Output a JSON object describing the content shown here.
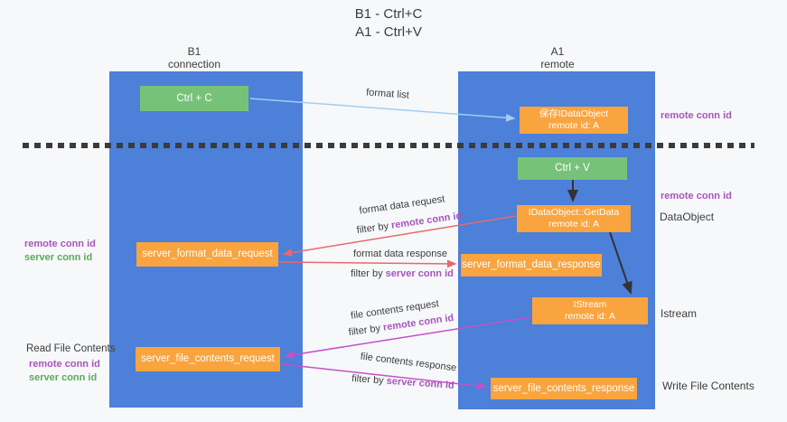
{
  "title": {
    "line1": "B1 - Ctrl+C",
    "line2": "A1 - Ctrl+V"
  },
  "lanes": {
    "left": {
      "title": "B1",
      "subtitle": "connection"
    },
    "right": {
      "title": "A1",
      "subtitle": "remote"
    }
  },
  "nodes": {
    "ctrl_c": {
      "label": "Ctrl + C"
    },
    "save_idataobject": {
      "line1": "保存IDataObject",
      "line2": "remote id: A"
    },
    "ctrl_v": {
      "label": "Ctrl + V"
    },
    "idataobject_getdata": {
      "line1": "IDataObject::GetData",
      "line2": "remote id: A"
    },
    "server_format_data_request": {
      "label": "server_format_data_request"
    },
    "server_format_data_response": {
      "label": "server_format_data_response"
    },
    "istream": {
      "line1": "IStream",
      "line2": "remote id: A"
    },
    "server_file_contents_request": {
      "label": "server_file_contents_request"
    },
    "server_file_contents_response": {
      "label": "server_file_contents_response"
    }
  },
  "edge_labels": {
    "format_list": "format list",
    "format_data_request": "format data request",
    "format_data_request_filter_prefix": "filter by",
    "format_data_request_filter_key": "remote conn id",
    "format_data_response": "format data response",
    "format_data_response_filter_prefix": "filter by",
    "format_data_response_filter_key": "server conn id",
    "file_contents_request": "file contents request",
    "file_contents_request_filter_prefix": "filter by",
    "file_contents_request_filter_key": "remote conn id",
    "file_contents_response": "file contents response",
    "file_contents_response_filter_prefix": "filter by",
    "file_contents_response_filter_key": "server conn id"
  },
  "side_labels": {
    "right_remote_conn_id_top": "remote conn id",
    "right_remote_conn_id_mid": "remote conn id",
    "right_dataobject": "DataObject",
    "right_istream": "Istream",
    "right_write_file_contents": "Write File Contents",
    "left_remote_conn_id_top": "remote conn id",
    "left_server_conn_id_top": "server conn id",
    "left_read_file_contents": "Read File Contents",
    "left_remote_conn_id_bottom": "remote conn id",
    "left_server_conn_id_bottom": "server conn id"
  },
  "colors": {
    "background": "#f7f8fa",
    "lane_blue": "#4c80d9",
    "box_orange": "#f9a43e",
    "box_green": "#76c279",
    "accent_purple": "#a855bb",
    "accent_green": "#56ad5a",
    "arrow_red": "#e8696b",
    "arrow_magenta": "#c750c7",
    "arrow_blue": "#a3cdf0",
    "arrow_black": "#333333",
    "text_dark": "#3c3c3c"
  }
}
